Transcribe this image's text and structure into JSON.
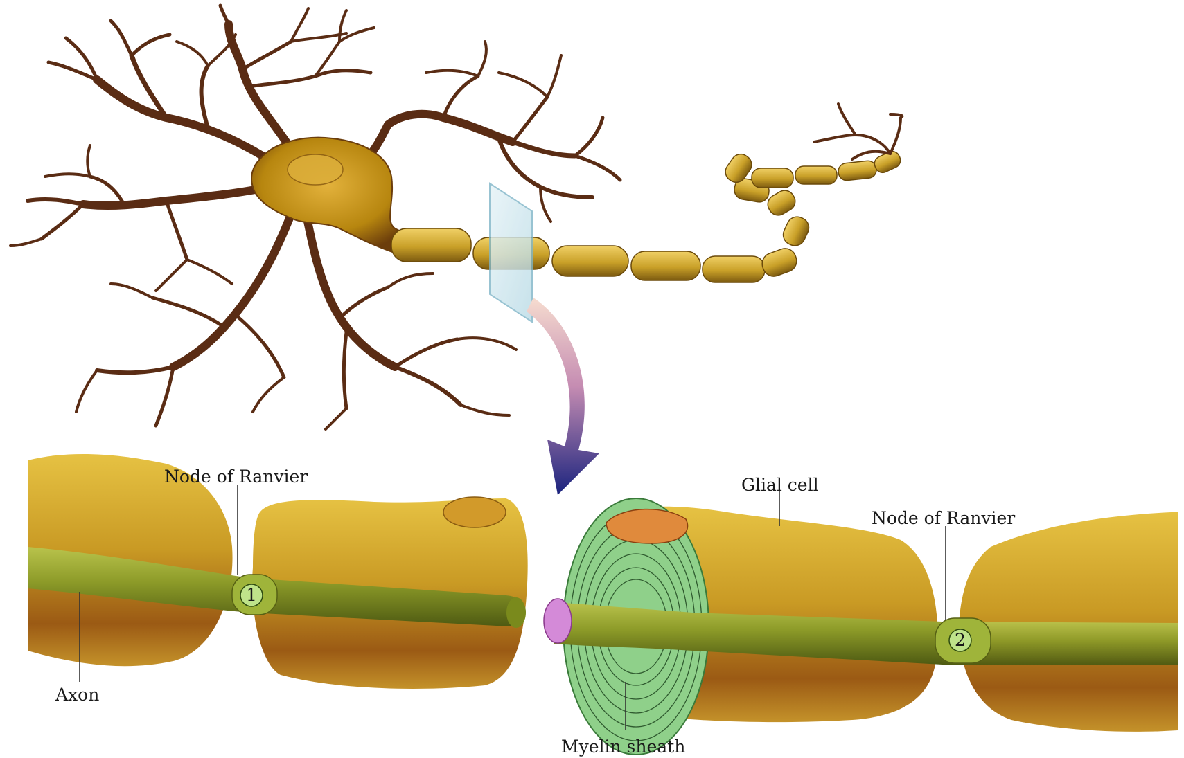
{
  "labels": {
    "node_ranvier_left": "Node of Ranvier",
    "glial_cell": "Glial cell",
    "node_ranvier_right": "Node of Ranvier",
    "axon": "Axon",
    "myelin_sheath": "Myelin sheath",
    "node_1": "1",
    "node_2": "2"
  },
  "colors": {
    "dendrite": "#5a2c14",
    "soma": "#b8860b",
    "myelin": "#d4b030",
    "axon": "#8a9a2a",
    "sheath_cross_section": "#8fd08a",
    "axon_core": "#d48ad8",
    "arrow_dark": "#1a237e",
    "arrow_light": "#f3d6cc"
  }
}
